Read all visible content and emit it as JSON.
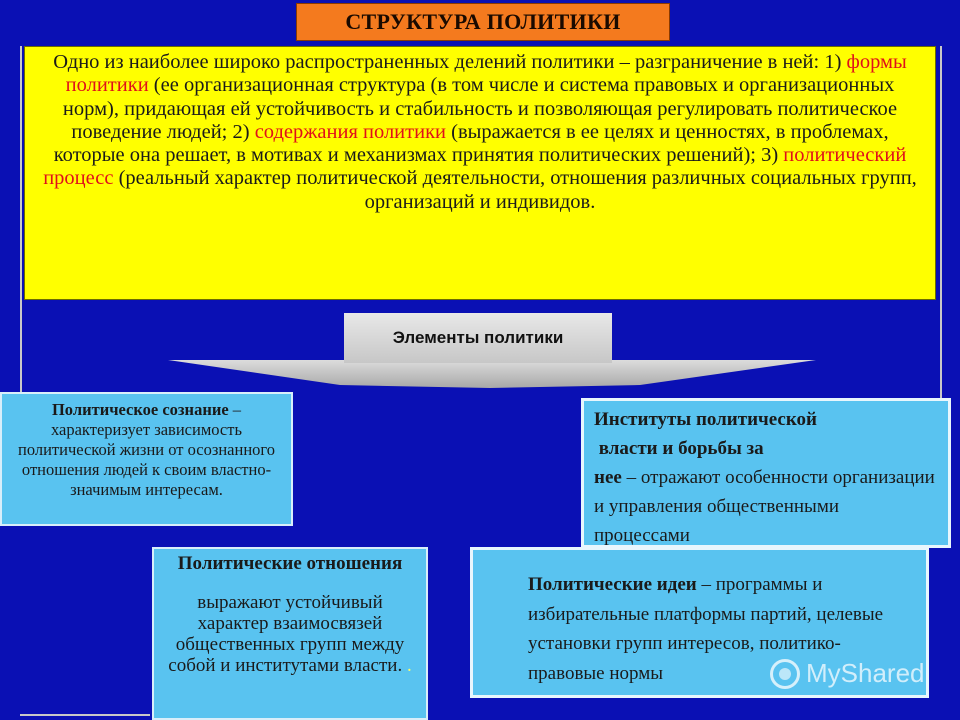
{
  "title": "СТРУКТУРА ПОЛИТИКИ",
  "intro": {
    "p1": "Одно из наиболее широко распространенных делений политики – разграничение в ней: 1) ",
    "r1": "формы политики",
    "p2": " (ее организационная структура (в том числе и система правовых и организационных норм), придающая ей устойчивость и стабильность и позволяющая регулировать политическое поведение людей; 2) ",
    "r2": "содержания политики",
    "p3": " (выражается в ее целях и ценностях, в проблемах, которые она решает, в мотивах и механизмах принятия политических решений); 3) ",
    "r3": "политический процесс",
    "p4": " (реальный характер политической деятельности, отношения различных социальных групп, организаций и индивидов."
  },
  "banner": "Элементы политики",
  "consciousness": {
    "term": "Политическое сознание",
    "text": " – характеризует зависимость политической жизни от осознанного отношения людей к своим властно-значимым интересам."
  },
  "institutions": {
    "term_line1": "Институты политической",
    "term_line2": " власти и борьбы за",
    "term_line3": "нее",
    "text": " – отражают особенности организации и управления общественными процессами"
  },
  "relations": {
    "term": "Политические отношения",
    "text": "выражают устойчивый характер взаимосвязей общественных групп между собой и институтами власти. ",
    "dot": "."
  },
  "ideas": {
    "term": "Политические идеи",
    "text": " – программы и избирательные платформы партий, целевые установки групп интересов, политико-правовые нормы"
  },
  "watermark": "MyShared",
  "colors": {
    "background": "#0a10b4",
    "title_fill": "#f47a1e",
    "intro_fill": "#ffff00",
    "highlight_red": "#e0101a",
    "box_fill": "#59c3f0",
    "banner_fill": "#d3d3d3"
  },
  "icons": [
    "myshared-logo-icon"
  ]
}
